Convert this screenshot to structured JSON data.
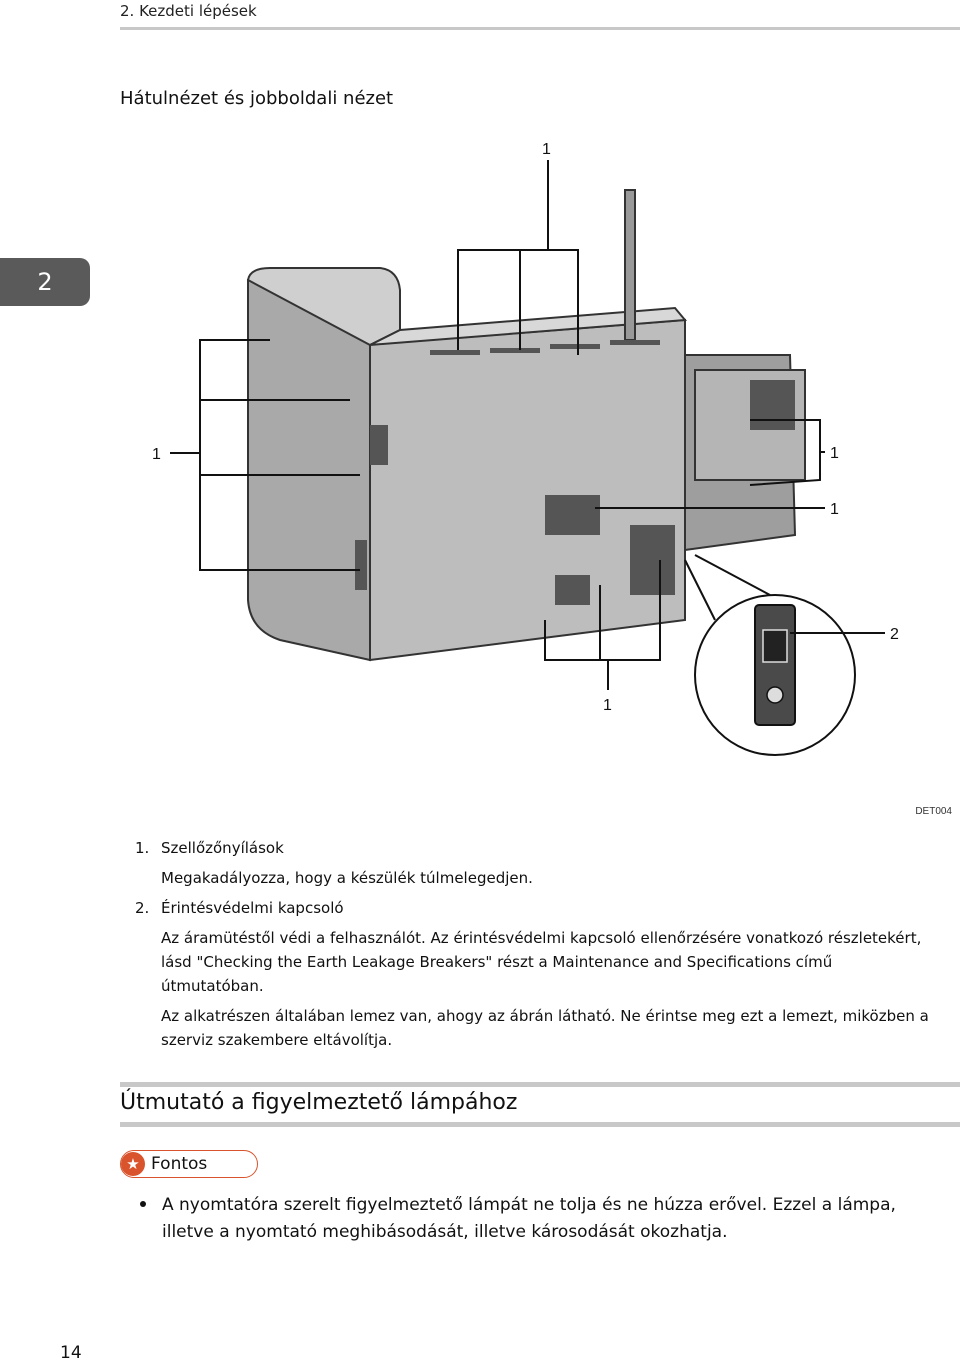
{
  "header": {
    "chapter": "2. Kezdeti lépések"
  },
  "section_title": "Hátulnézet és jobboldali nézet",
  "chapter_tab": "2",
  "figure": {
    "callouts": [
      "1",
      "1",
      "1",
      "1",
      "2",
      "1"
    ],
    "code": "DET004"
  },
  "items": [
    {
      "num": "1.",
      "title": "Szellőzőnyílások",
      "desc": [
        "Megakadályozza, hogy a készülék túlmelegedjen."
      ]
    },
    {
      "num": "2.",
      "title": "Érintésvédelmi kapcsoló",
      "desc": [
        "Az áramütéstől védi a felhasználót. Az érintésvédelmi kapcsoló ellenőrzésére vonatkozó részletekért, lásd \"Checking the Earth Leakage Breakers\" részt a Maintenance and Specifications című útmutatóban.",
        "Az alkatrészen általában lemez van, ahogy az ábrán látható. Ne érintse meg ezt a lemezt, miközben a szerviz szakembere eltávolítja."
      ]
    }
  ],
  "guide_heading": "Útmutató a figyelmeztető lámpához",
  "important_label": "Fontos",
  "important_icon": "star-icon",
  "bullet_text": "A nyomtatóra szerelt figyelmeztető lámpát ne tolja és ne húzza erővel. Ezzel a lámpa, illetve a nyomtató meghibásodását, illetve károsodását okozhatja.",
  "page_number": "14",
  "colors": {
    "accent": "#d9532c",
    "tab": "#5a5a5a",
    "rule": "#c8c8c8"
  }
}
